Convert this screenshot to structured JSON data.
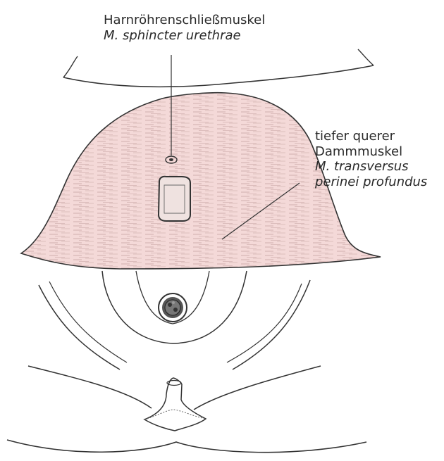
{
  "labels": {
    "urethra_sphincter": {
      "german": "Harnröhrenschließmuskel",
      "latin": "M. sphincter urethrae"
    },
    "deep_transverse": {
      "german_line1": "tiefer querer",
      "german_line2": "Dammmuskel",
      "latin_line1": "M. transversus",
      "latin_line2": "perinei profundus"
    }
  },
  "colors": {
    "muscle_fill": "#f4d9d8",
    "line": "#333333",
    "background": "#ffffff"
  }
}
